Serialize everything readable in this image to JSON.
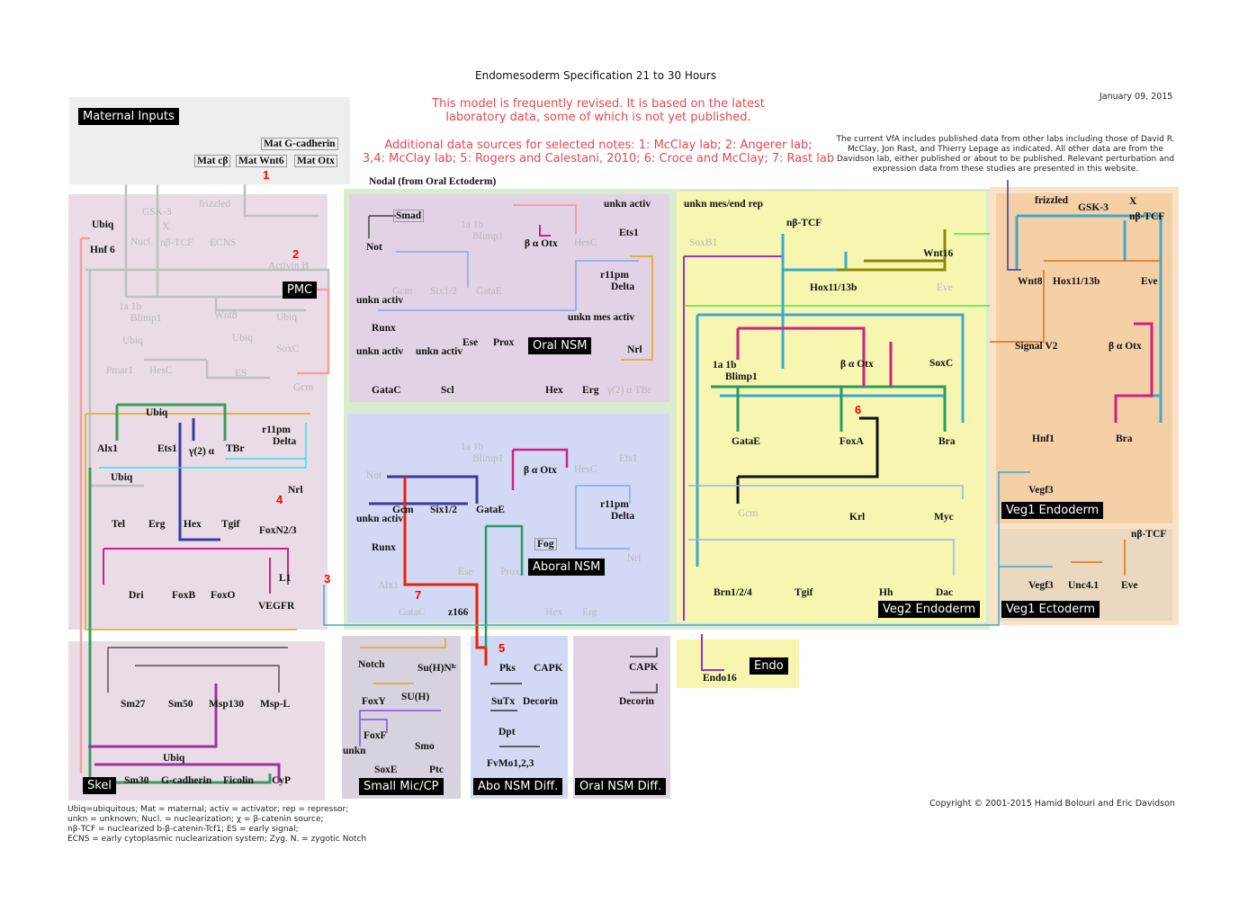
{
  "header": {
    "title": "Endomesoderm Specification 21 to 30 Hours",
    "date": "January 09, 2015",
    "revision_note_1": "This model is frequently revised. It is based on the latest",
    "revision_note_2": "laboratory data, some of which is not yet published.",
    "sources_note_1": "Additional data sources for selected notes: 1: McClay lab; 2: Angerer lab;",
    "sources_note_2": "3,4: McClay lab; 5: Rogers and Calestani, 2010; 6: Croce and McClay; 7: Rast lab",
    "vfa_note": "The current VfA includes published data from other labs including those of David R. McClay, Jon Rast, and Thierry Lepage as indicated.  All other data are from the Davidson lab, either published or about to be published. Relevant perturbation and expression data from these studies are presented in this website."
  },
  "footer": {
    "copyright": "Copyright © 2001-2015 Hamid Bolouri and Eric Davidson",
    "legend_1": "Ubiq=ubiquitous; Mat = maternal; activ = activator; rep = repressor;",
    "legend_2": "unkn = unknown; Nucl. = nuclearization; χ = β-catenin source;",
    "legend_3": "nβ-TCF = nuclearized b-β-catenin-Tcf1; ES = early signal;",
    "legend_4": "ECNS = early cytoplasmic nuclearization system; Zyg. N. = zygotic Notch"
  },
  "regions": {
    "maternal": {
      "name": "Maternal Inputs",
      "color": "#eeeeee",
      "labels": [
        [
          "Mat G-cadherin",
          "boxed"
        ],
        [
          "Mat cβ",
          "boxed"
        ],
        [
          "Mat Wnt6",
          "boxed"
        ],
        [
          "Mat Otx",
          "boxed"
        ],
        [
          "1",
          "note"
        ]
      ]
    },
    "pmc": {
      "name": "PMC",
      "color": "#e9dce6",
      "labels": [
        [
          "Ubiq",
          "active"
        ],
        [
          "Hnf 6",
          "active"
        ],
        [
          "GSK-3",
          "inactive"
        ],
        [
          "frizzled",
          "inactive"
        ],
        [
          "X",
          "inactive"
        ],
        [
          "Nucl.",
          "inactive"
        ],
        [
          "nβ-TCF",
          "inactive"
        ],
        [
          "ECNS",
          "inactive"
        ],
        [
          "Activin B",
          "inactive"
        ],
        [
          "2",
          "note"
        ],
        [
          "1a  1b",
          "inactive"
        ],
        [
          "Blimp1",
          "inactive"
        ],
        [
          "Wnt8",
          "inactive"
        ],
        [
          "Ubiq",
          "inactive"
        ],
        [
          "SoxC",
          "inactive"
        ],
        [
          "Ubiq",
          "inactive"
        ],
        [
          "Ubiq",
          "inactive"
        ],
        [
          "Pmar1",
          "inactive"
        ],
        [
          "HesC",
          "inactive"
        ],
        [
          "ES",
          "inactive"
        ],
        [
          "Gcm",
          "inactive"
        ],
        [
          "Ubiq",
          "active"
        ],
        [
          "r11pm",
          "active"
        ],
        [
          "Delta",
          "active"
        ],
        [
          "Alx1",
          "active"
        ],
        [
          "Ets1",
          "active"
        ],
        [
          "γ(2)  α",
          "active"
        ],
        [
          "TBr",
          "active"
        ],
        [
          "Ubiq",
          "active"
        ],
        [
          "Nrl",
          "active"
        ],
        [
          "4",
          "note"
        ],
        [
          "Tel",
          "active"
        ],
        [
          "Erg",
          "active"
        ],
        [
          "Hex",
          "active"
        ],
        [
          "Tgif",
          "active"
        ],
        [
          "FoxN2/3",
          "active"
        ],
        [
          "L1",
          "active"
        ],
        [
          "3",
          "note"
        ],
        [
          "Dri",
          "active"
        ],
        [
          "FoxB",
          "active"
        ],
        [
          "FoxO",
          "active"
        ],
        [
          "VEGFR",
          "active"
        ]
      ]
    },
    "skel": {
      "name": "Skel",
      "color": "#e9dce6",
      "labels": [
        [
          "Sm27",
          "active"
        ],
        [
          "Sm50",
          "active"
        ],
        [
          "Msp130",
          "active"
        ],
        [
          "Msp-L",
          "active"
        ],
        [
          "Ubiq",
          "active"
        ],
        [
          "Sm30",
          "active"
        ],
        [
          "G-cadherin",
          "active"
        ],
        [
          "Ficolin",
          "active"
        ],
        [
          "CyP",
          "active"
        ]
      ]
    },
    "oral_nsm": {
      "name": "Oral NSM",
      "color": "#e2d2e6",
      "labels": [
        [
          "Nodal (from Oral Ectoderm)",
          "active"
        ],
        [
          "Smad",
          "boxed"
        ],
        [
          "Not",
          "active"
        ],
        [
          "1a   1b",
          "inactive"
        ],
        [
          "Blimp1",
          "inactive"
        ],
        [
          "β  α Otx",
          "active"
        ],
        [
          "HesC",
          "inactive"
        ],
        [
          "unkn activ",
          "active"
        ],
        [
          "Ets1",
          "active"
        ],
        [
          "Gcm",
          "inactive"
        ],
        [
          "Six1/2",
          "inactive"
        ],
        [
          "GataE",
          "inactive"
        ],
        [
          "r11pm",
          "active"
        ],
        [
          "Delta",
          "active"
        ],
        [
          "unkn activ",
          "active"
        ],
        [
          "Runx",
          "active"
        ],
        [
          "unkn mes activ",
          "active"
        ],
        [
          "Ese",
          "active"
        ],
        [
          "Prox",
          "active"
        ],
        [
          "Nrl",
          "active"
        ],
        [
          "unkn activ",
          "active"
        ],
        [
          "unkn activ",
          "active"
        ],
        [
          "GataC",
          "active"
        ],
        [
          "Scl",
          "active"
        ],
        [
          "Hex",
          "active"
        ],
        [
          "Erg",
          "active"
        ],
        [
          "γ(2)  α   TBr",
          "inactive"
        ]
      ]
    },
    "aboral_nsm": {
      "name": "Aboral NSM",
      "color": "#d2d9f5",
      "labels": [
        [
          "1a   1b",
          "inactive"
        ],
        [
          "Blimp1",
          "inactive"
        ],
        [
          "β  α Otx",
          "active"
        ],
        [
          "HesC",
          "inactive"
        ],
        [
          "Ets1",
          "inactive"
        ],
        [
          "Not",
          "inactive"
        ],
        [
          "Gcm",
          "active"
        ],
        [
          "Six1/2",
          "active"
        ],
        [
          "GataE",
          "active"
        ],
        [
          "r11pm",
          "active"
        ],
        [
          "Delta",
          "active"
        ],
        [
          "unkn activ",
          "active"
        ],
        [
          "Fog",
          "boxed"
        ],
        [
          "Runx",
          "active"
        ],
        [
          "Ese",
          "inactive"
        ],
        [
          "Prox",
          "inactive"
        ],
        [
          "Nrl",
          "inactive"
        ],
        [
          "Alx1",
          "inactive"
        ],
        [
          "7",
          "note"
        ],
        [
          "GataC",
          "inactive"
        ],
        [
          "z166",
          "active"
        ],
        [
          "Hex",
          "inactive"
        ],
        [
          "Erg",
          "inactive"
        ]
      ]
    },
    "veg2_endoderm": {
      "name": "Veg2 Endoderm",
      "color": "#f6f6b0",
      "labels": [
        [
          "unkn mes/end rep",
          "active"
        ],
        [
          "SoxB1",
          "inactive"
        ],
        [
          "nβ-TCF",
          "active"
        ],
        [
          "Wnt16",
          "active"
        ],
        [
          "Hox11/13b",
          "active"
        ],
        [
          "Eve",
          "inactive"
        ],
        [
          "1a   1b",
          "active"
        ],
        [
          "Blimp1",
          "active"
        ],
        [
          "β  α Otx",
          "active"
        ],
        [
          "SoxC",
          "active"
        ],
        [
          "GataE",
          "active"
        ],
        [
          "FoxA",
          "active"
        ],
        [
          "6",
          "note"
        ],
        [
          "Bra",
          "active"
        ],
        [
          "Gcm",
          "inactive"
        ],
        [
          "Krl",
          "active"
        ],
        [
          "Myc",
          "active"
        ],
        [
          "Brn1/2/4",
          "active"
        ],
        [
          "Tgif",
          "active"
        ],
        [
          "Hh",
          "active"
        ],
        [
          "Dac",
          "active"
        ]
      ]
    },
    "endo": {
      "name": "Endo",
      "color": "#f6f6b0",
      "labels": [
        [
          "Endo16",
          "active"
        ]
      ]
    },
    "veg1_endoderm": {
      "name": "Veg1 Endoderm",
      "color": "#f5cfa6",
      "labels": [
        [
          "frizzled",
          "active"
        ],
        [
          "GSK-3",
          "active"
        ],
        [
          "X",
          "active"
        ],
        [
          "nβ-TCF",
          "active"
        ],
        [
          "Wnt8",
          "active"
        ],
        [
          "Hox11/13b",
          "active"
        ],
        [
          "Eve",
          "active"
        ],
        [
          "Signal V2",
          "active"
        ],
        [
          "β  α Otx",
          "active"
        ],
        [
          "Hnf1",
          "active"
        ],
        [
          "Bra",
          "active"
        ],
        [
          "Vegf3",
          "active"
        ]
      ]
    },
    "veg1_ectoderm": {
      "name": "Veg1 Ectoderm",
      "color": "#ead9c0",
      "labels": [
        [
          "nβ-TCF",
          "active"
        ],
        [
          "Vegf3",
          "active"
        ],
        [
          "Unc4.1",
          "active"
        ],
        [
          "Eve",
          "active"
        ]
      ]
    },
    "small_mic": {
      "name": "Small Mic/CP",
      "color": "#d8d2de",
      "labels": [
        [
          "Notch",
          "active"
        ],
        [
          "Su(H)Nᴵᶜ",
          "active"
        ],
        [
          "FoxY",
          "active"
        ],
        [
          "SU(H)",
          "active"
        ],
        [
          "FoxF",
          "active"
        ],
        [
          "Smo",
          "active"
        ],
        [
          "unkn",
          "active"
        ],
        [
          "SoxE",
          "active"
        ],
        [
          "Ptc",
          "active"
        ]
      ]
    },
    "abo_nsm_diff": {
      "name": "Abo NSM Diff.",
      "color": "#d2d9f5",
      "labels": [
        [
          "5",
          "note"
        ],
        [
          "Pks",
          "active"
        ],
        [
          "CAPK",
          "active"
        ],
        [
          "SuTx",
          "active"
        ],
        [
          "Decorin",
          "active"
        ],
        [
          "Dpt",
          "active"
        ],
        [
          "FvMo1,2,3",
          "active"
        ]
      ]
    },
    "oral_nsm_diff": {
      "name": "Oral NSM Diff.",
      "color": "#e2d2e6",
      "labels": [
        [
          "CAPK",
          "active"
        ],
        [
          "Decorin",
          "active"
        ]
      ]
    }
  }
}
